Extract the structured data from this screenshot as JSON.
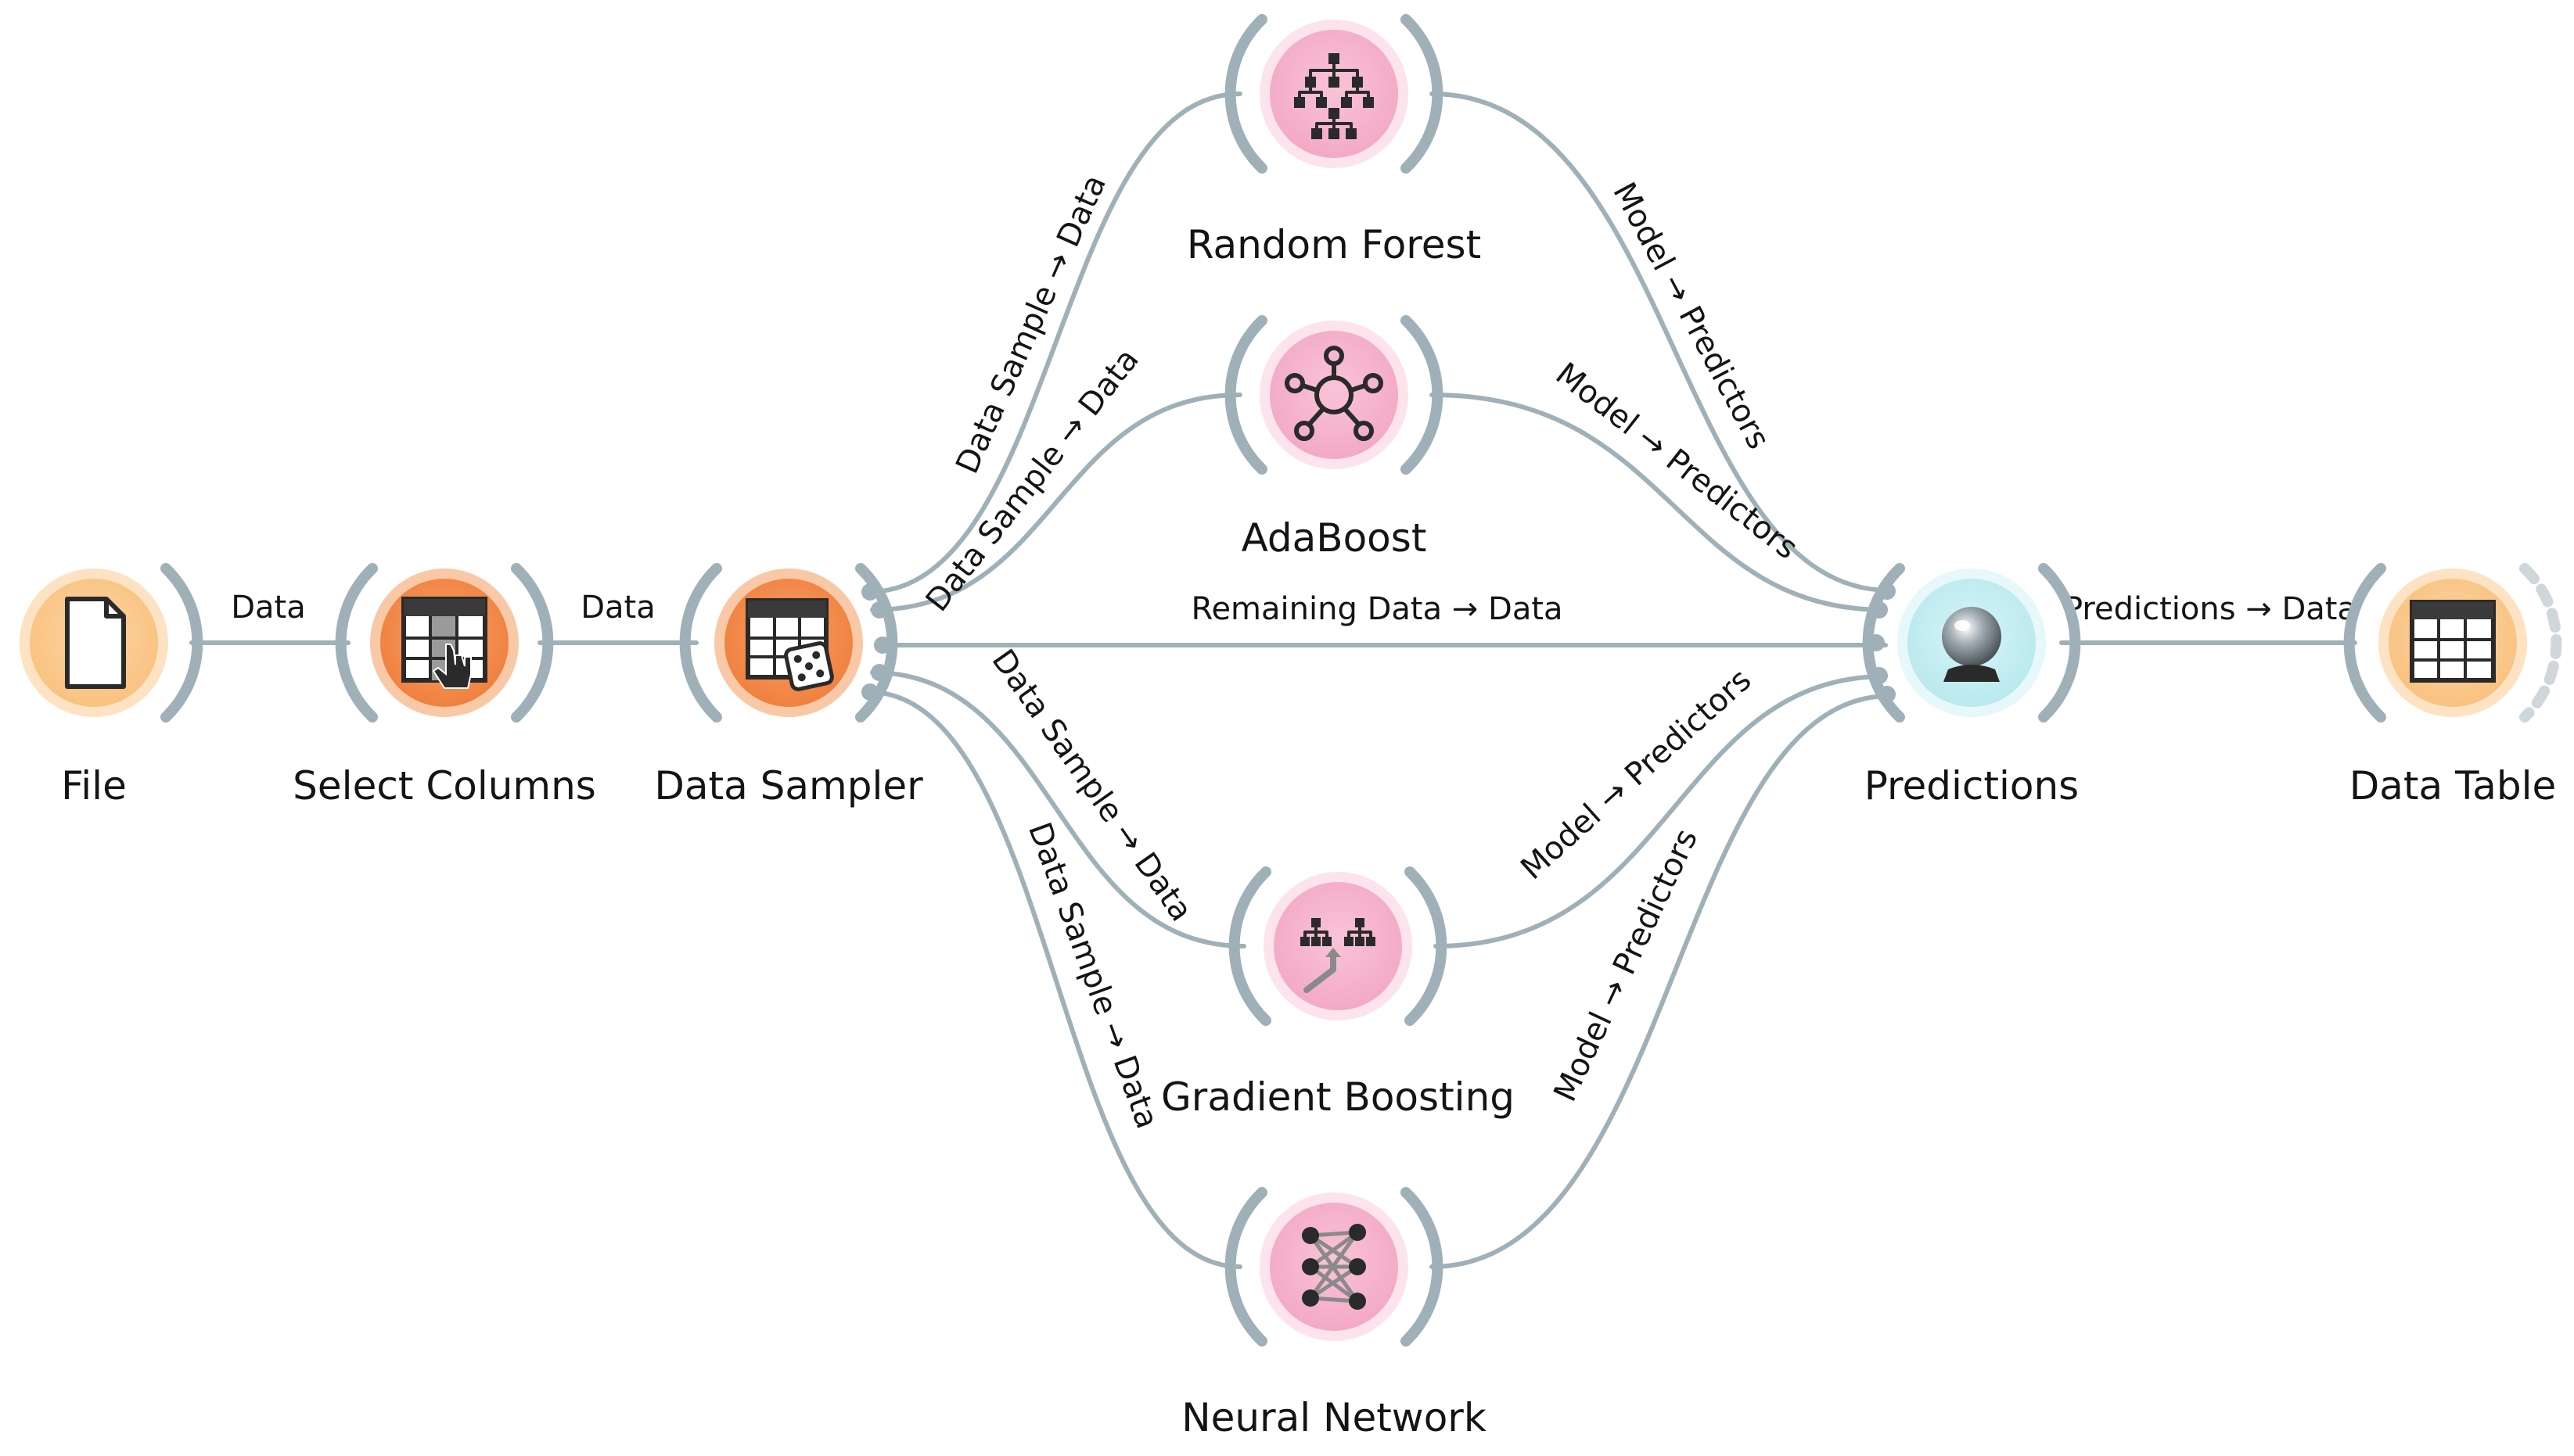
{
  "workflow": {
    "nodes": [
      {
        "id": "file",
        "label": "File",
        "category": "data",
        "icon": "file-icon"
      },
      {
        "id": "select-columns",
        "label": "Select Columns",
        "category": "transform",
        "icon": "select-columns-icon"
      },
      {
        "id": "data-sampler",
        "label": "Data Sampler",
        "category": "transform",
        "icon": "data-sampler-icon"
      },
      {
        "id": "random-forest",
        "label": "Random Forest",
        "category": "model",
        "icon": "random-forest-icon"
      },
      {
        "id": "adaboost",
        "label": "AdaBoost",
        "category": "model",
        "icon": "adaboost-icon"
      },
      {
        "id": "gradient-boosting",
        "label": "Gradient Boosting",
        "category": "model",
        "icon": "gradient-boosting-icon"
      },
      {
        "id": "neural-network",
        "label": "Neural Network",
        "category": "model",
        "icon": "neural-network-icon"
      },
      {
        "id": "predictions",
        "label": "Predictions",
        "category": "evaluate",
        "icon": "crystal-ball-icon"
      },
      {
        "id": "data-table",
        "label": "Data Table",
        "category": "data",
        "icon": "data-table-icon"
      }
    ],
    "links": [
      {
        "id": "file-select",
        "from": "file",
        "to": "select-columns",
        "label": "Data"
      },
      {
        "id": "select-sampler",
        "from": "select-columns",
        "to": "data-sampler",
        "label": "Data"
      },
      {
        "id": "sampler-rf",
        "from": "data-sampler",
        "to": "random-forest",
        "label": "Data Sample → Data"
      },
      {
        "id": "sampler-ada",
        "from": "data-sampler",
        "to": "adaboost",
        "label": "Data Sample → Data"
      },
      {
        "id": "sampler-pred",
        "from": "data-sampler",
        "to": "predictions",
        "label": "Remaining Data → Data"
      },
      {
        "id": "sampler-gb",
        "from": "data-sampler",
        "to": "gradient-boosting",
        "label": "Data Sample → Data"
      },
      {
        "id": "sampler-nn",
        "from": "data-sampler",
        "to": "neural-network",
        "label": "Data Sample → Data"
      },
      {
        "id": "rf-pred",
        "from": "random-forest",
        "to": "predictions",
        "label": "Model → Predictors"
      },
      {
        "id": "ada-pred",
        "from": "adaboost",
        "to": "predictions",
        "label": "Model → Predictors"
      },
      {
        "id": "gb-pred",
        "from": "gradient-boosting",
        "to": "predictions",
        "label": "Model → Predictors"
      },
      {
        "id": "nn-pred",
        "from": "neural-network",
        "to": "predictions",
        "label": "Model → Predictors"
      },
      {
        "id": "pred-table",
        "from": "predictions",
        "to": "data-table",
        "label": "Predictions → Data"
      }
    ]
  },
  "colors": {
    "data_outer": "#fce2c0",
    "data_inner": "#fbd19a",
    "transform_outer": "#f8c6a2",
    "transform_inner": "#f5925a",
    "model_outer": "#fde0ea",
    "model_inner": "#f7b9d0",
    "evaluate_outer": "#e6f9fa",
    "evaluate_inner": "#c4eef1",
    "link": "#9fb0b8",
    "text": "#141414"
  }
}
